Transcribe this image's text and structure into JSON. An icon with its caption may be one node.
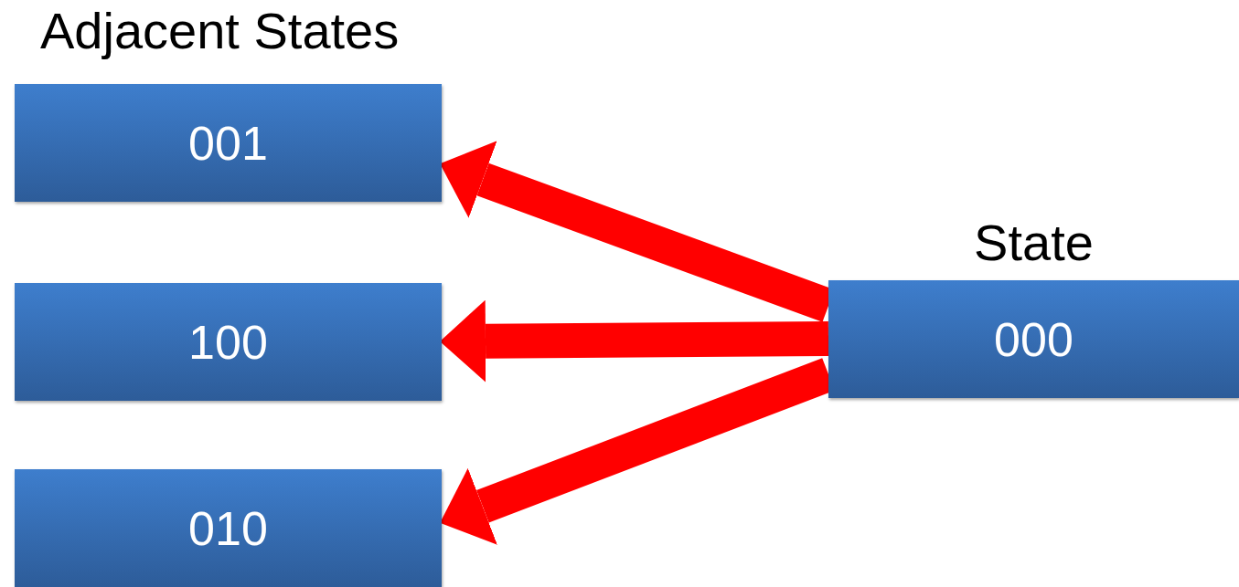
{
  "diagram": {
    "nodes": [
      {
        "text": [
          "001"
        ]
      },
      {
        "text": [
          "100"
        ]
      },
      {
        "text": [
          "010"
        ]
      },
      {
        "text": [
          "State",
          "000"
        ]
      }
    ],
    "edges": [
      {
        "from": 3,
        "to": 0,
        "arrow": "to"
      },
      {
        "from": 3,
        "to": 1,
        "arrow": "to"
      },
      {
        "from": 3,
        "to": 2,
        "arrow": "to"
      }
    ],
    "labels": [
      "Adjacent States"
    ]
  }
}
